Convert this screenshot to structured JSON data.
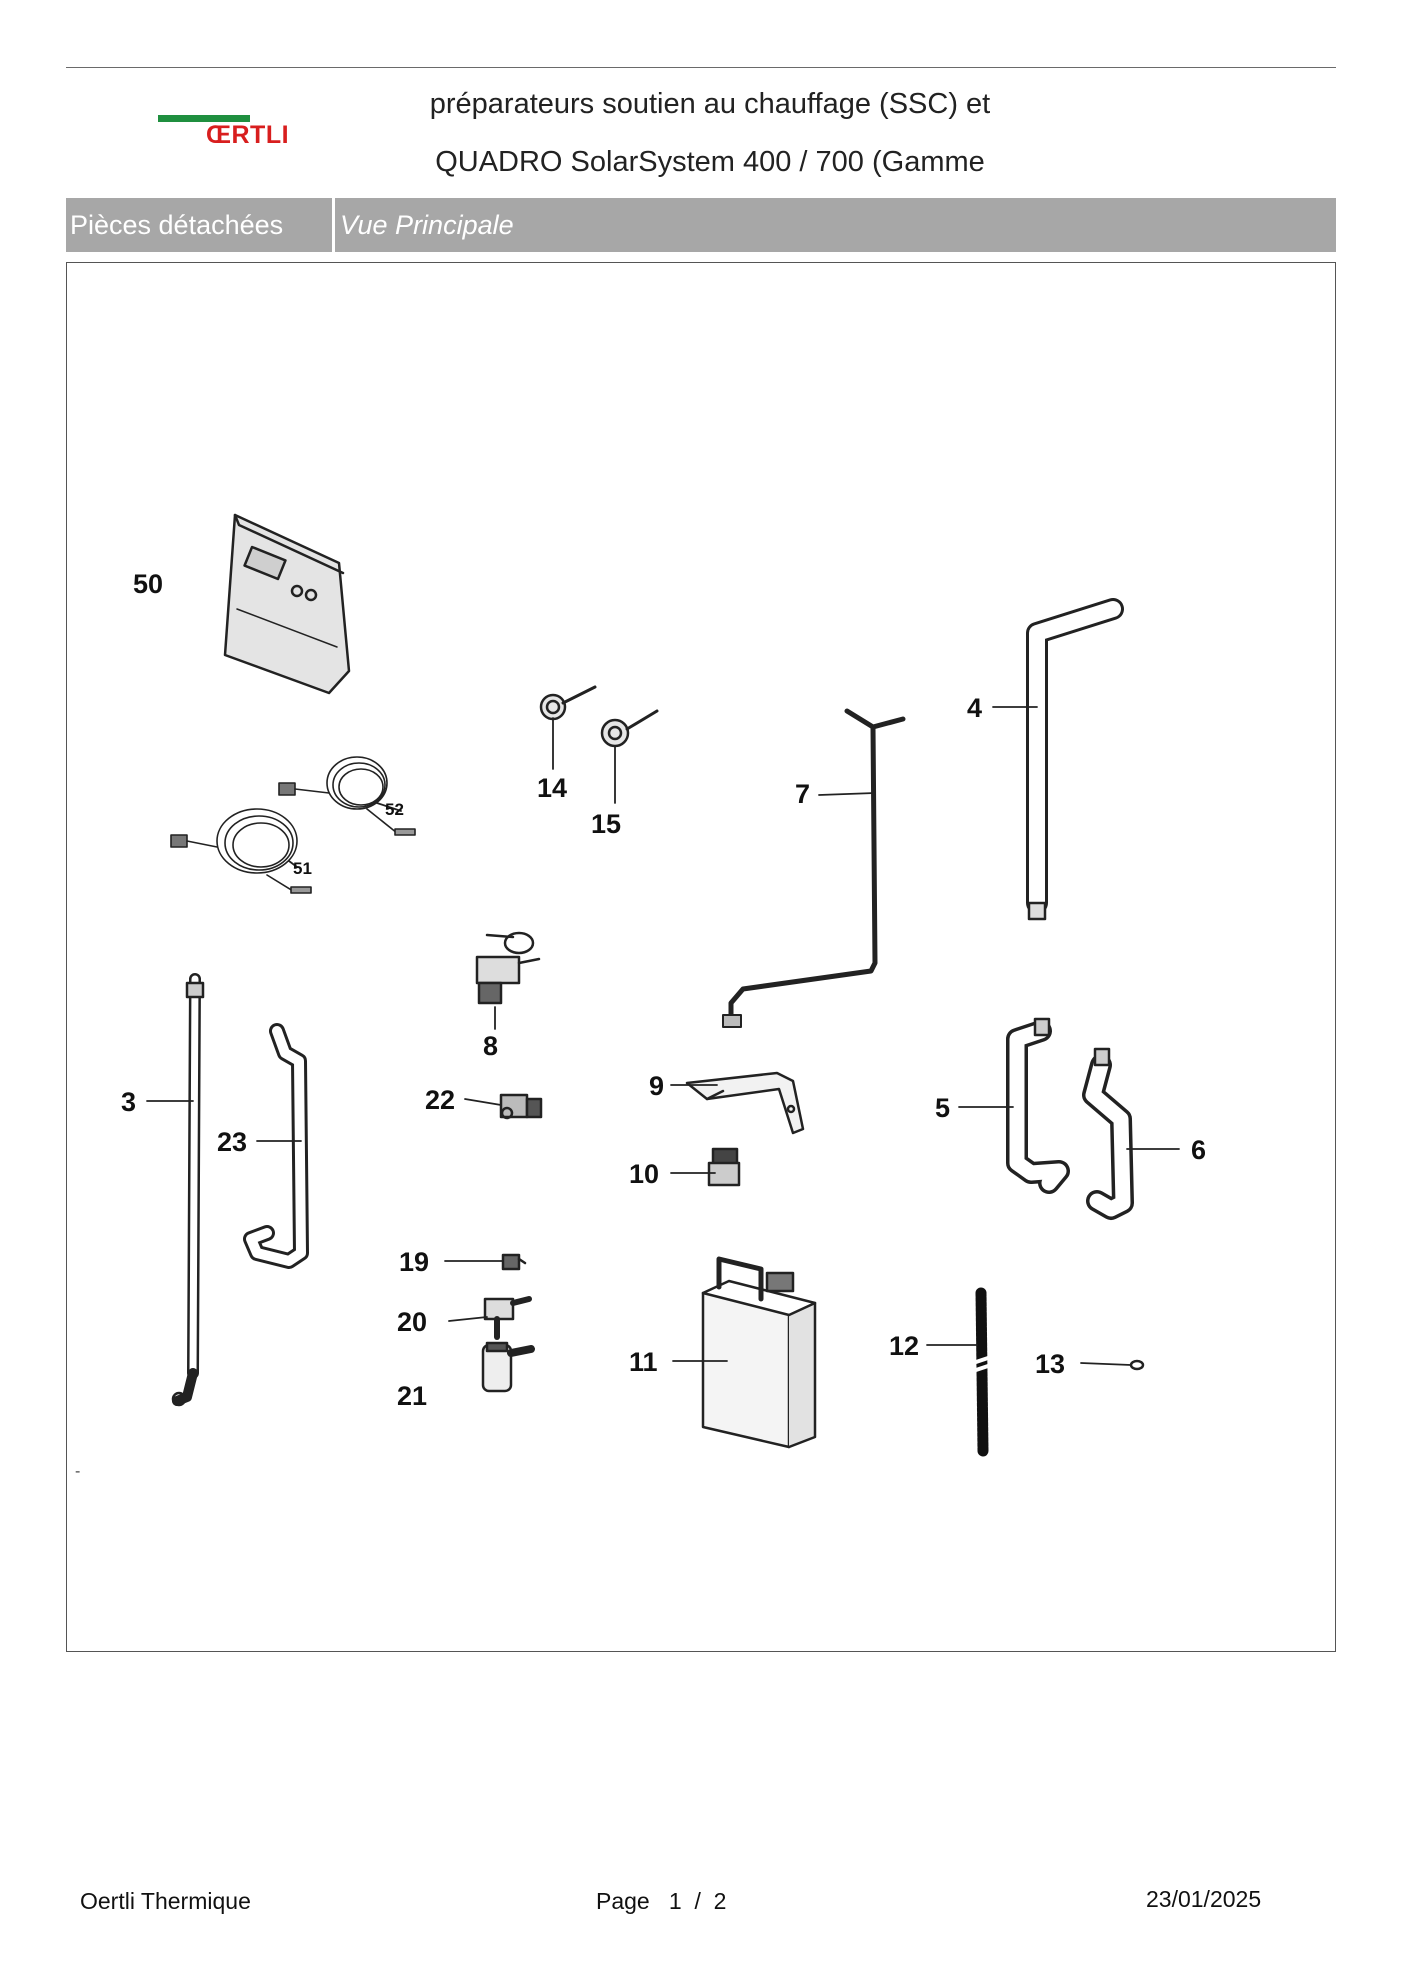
{
  "header": {
    "brand": "ŒRTLI",
    "title_line1": "préparateurs soutien au chauffage (SSC) et",
    "title_line2": "QUADRO SolarSystem 400 / 700 (Gamme",
    "section": "Pièces détachées",
    "view": "Vue Principale"
  },
  "diagram": {
    "labels": {
      "p50": "50",
      "p52": "52",
      "p51": "51",
      "p14": "14",
      "p15": "15",
      "p7": "7",
      "p4": "4",
      "p8": "8",
      "p3": "3",
      "p23": "23",
      "p22": "22",
      "p9": "9",
      "p10": "10",
      "p5": "5",
      "p6": "6",
      "p19": "19",
      "p20": "20",
      "p21": "21",
      "p11": "11",
      "p12": "12",
      "p13": "13"
    },
    "dash": "-"
  },
  "footer": {
    "company": "Oertli Thermique",
    "page_label": "Page",
    "page_current": "1",
    "page_sep": "/",
    "page_total": "2",
    "date": "23/01/2025"
  }
}
